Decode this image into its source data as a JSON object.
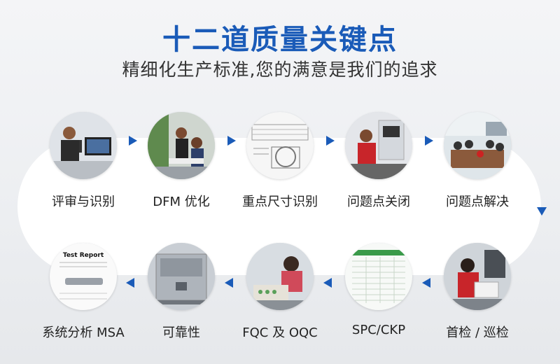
{
  "header": {
    "title": "十二道质量关键点",
    "subtitle": "精细化生产标准,您的满意是我们的追求"
  },
  "steps_top": [
    {
      "label": "评审与识别",
      "icon": "review-photo"
    },
    {
      "label": "DFM 优化",
      "icon": "dfm-photo"
    },
    {
      "label": "重点尺寸识别",
      "icon": "drawing-photo"
    },
    {
      "label": "问题点关闭",
      "icon": "issue-close-photo"
    },
    {
      "label": "问题点解决",
      "icon": "meeting-photo"
    }
  ],
  "steps_bottom": [
    {
      "label": "系统分析 MSA",
      "icon": "report-photo"
    },
    {
      "label": "可靠性",
      "icon": "test-chamber-photo"
    },
    {
      "label": "FQC 及 OQC",
      "icon": "inspection-photo"
    },
    {
      "label": "SPC/CKP",
      "icon": "spc-sheet-photo"
    },
    {
      "label": "首检 / 巡检",
      "icon": "first-inspection-photo"
    }
  ],
  "report_text": "Test Report",
  "colors": {
    "accent": "#1a5bb8",
    "text": "#222222"
  }
}
